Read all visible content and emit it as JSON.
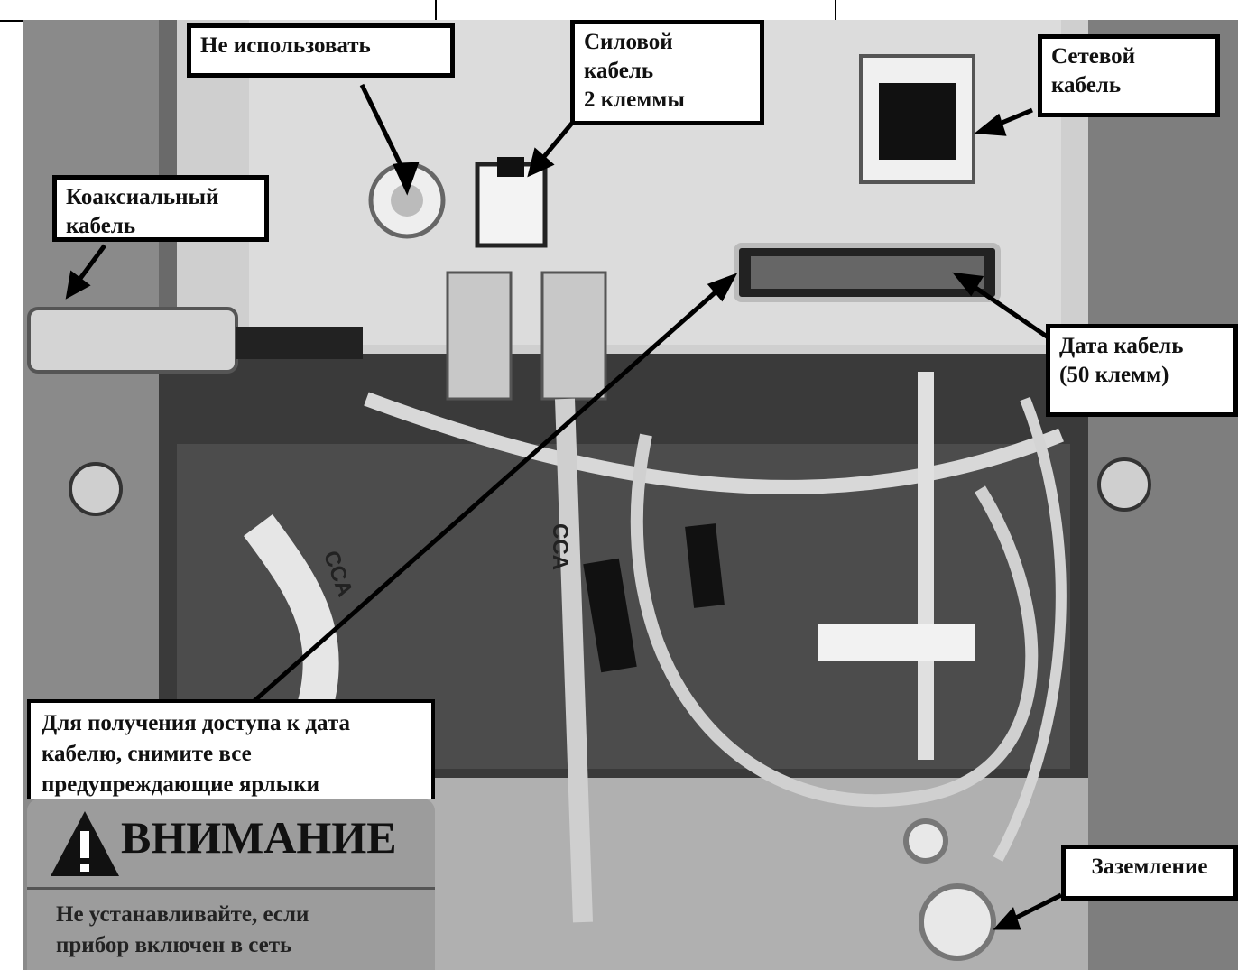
{
  "labels": {
    "do_not_use": "Не использовать",
    "power_cable": "Силовой\nкабель\n2 клеммы",
    "network_cable": "Сетевой\nкабель",
    "coax_cable": "Коаксиальный\nкабель",
    "data_cable": "Дата кабель\n(50 клемм)",
    "ground": "Заземление",
    "access_note": "Для получения доступа к дата\nкабелю, снимите все\nпредупреждающие ярлыки"
  },
  "warning_sticker": {
    "title": "ВНИМАНИЕ",
    "text": "Не устанавливайте, если\nприбор включен в сеть"
  },
  "cable_marks": [
    "CCA",
    "CCA"
  ],
  "colors": {
    "label_bg": "#ffffff",
    "label_border": "#000000",
    "sticker": "#9c9c9c"
  }
}
